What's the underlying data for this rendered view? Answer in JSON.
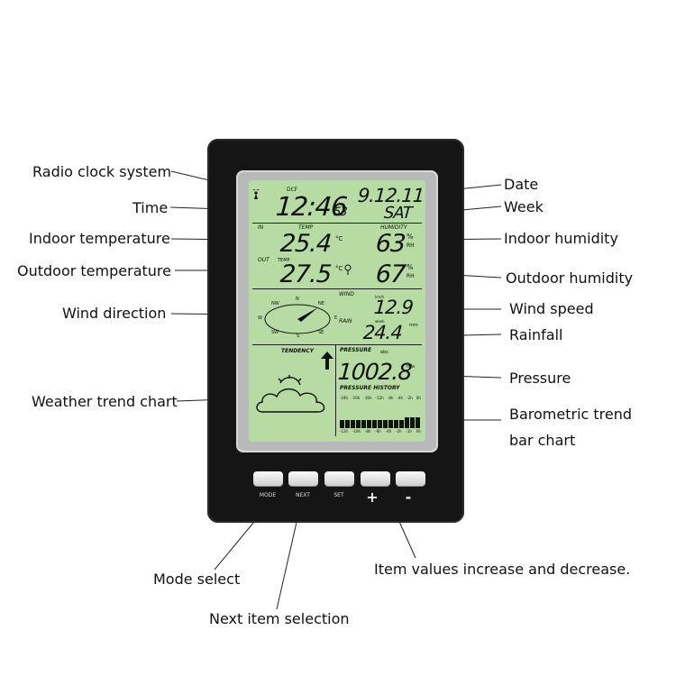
{
  "callouts_left": {
    "radio_clock": "Radio clock system",
    "time": "Time",
    "indoor_temperature": "Indoor temperature",
    "outdoor_temperature": "Outdoor temperature",
    "wind_direction": "Wind direction",
    "weather_trend": "Weather trend chart"
  },
  "callouts_right": {
    "date": "Date",
    "week": "Week",
    "indoor_humidity": "Indoor humidity",
    "outdoor_humidity": "Outdoor humidity",
    "wind_speed": "Wind speed",
    "rainfall": "Rainfall",
    "pressure": "Pressure",
    "barometric_trend_line1": "Barometric trend",
    "barometric_trend_line2": "bar chart"
  },
  "callouts_bottom": {
    "mode_select": "Mode select",
    "next_item": "Next item selection",
    "increase_decrease": "Item values increase and decrease."
  },
  "display": {
    "dcf": "DCF",
    "time": "12:46",
    "seconds": "53",
    "date": "9.12.11",
    "weekday": "SAT",
    "in_label": "IN",
    "out_label": "OUT",
    "temp_label": "TEMP",
    "temp_small_label": "TEMP",
    "indoor_temp": "25.4",
    "outdoor_temp": "27.5",
    "temp_unit": "°C",
    "humidity_label": "HUMIDITY",
    "indoor_humidity": "63",
    "outdoor_humidity": "67",
    "humidity_unit_pct": "%",
    "humidity_unit_rh": "RH",
    "wind_label": "WIND",
    "wind_unit": "km/h",
    "wind_speed": "12.9",
    "rain_label": "RAIN",
    "rain_period": "week",
    "rain_unit": "mm",
    "rainfall": "24.4",
    "compass": {
      "n": "N",
      "ne": "NE",
      "nw": "NW",
      "e": "E",
      "w": "W",
      "se": "SE",
      "sw": "SW",
      "s": "S"
    },
    "tendency_label": "TENDENCY",
    "pressure_label": "PRESSURE",
    "pressure_abs": "abs",
    "pressure_unit": "hPa",
    "pressure": "1002.8",
    "pressure_history_label": "PRESSURE HISTORY",
    "history_ticks_top": [
      "-24h",
      "-20h",
      "-16h",
      "-12h",
      "-8h",
      "-4h",
      "-2h",
      "0h"
    ],
    "history_ticks_bottom": [
      "-12h",
      "-10h",
      "-8h",
      "-6h",
      "-4h",
      "-2h",
      "-1h",
      "0h"
    ],
    "pressure_bars": [
      3,
      3,
      3,
      3,
      3,
      3,
      3,
      3,
      3,
      3,
      3,
      3,
      4,
      4,
      4
    ]
  },
  "buttons": {
    "mode": "MODE",
    "next": "NEXT",
    "set": "SET",
    "plus": "+",
    "minus": "-"
  },
  "colors": {
    "lcd_background": "#b6dca3",
    "device_body": "#151515",
    "bezel": "#b7b9bb"
  }
}
